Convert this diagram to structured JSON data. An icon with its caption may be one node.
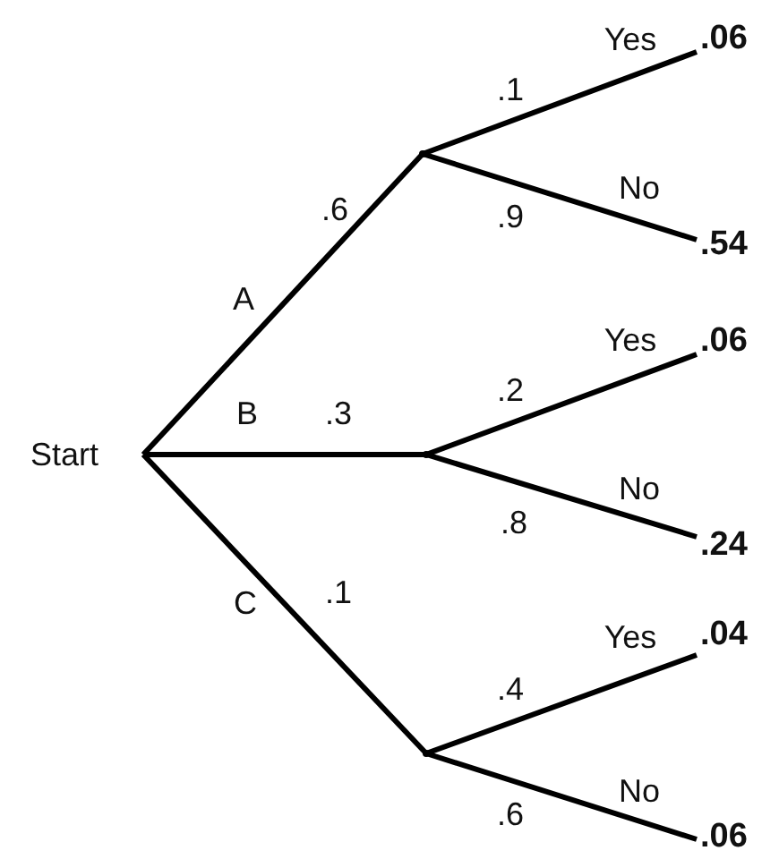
{
  "diagram": {
    "nodes": [
      {
        "text": [
          "Start"
        ]
      },
      {
        "text": [],
        "shape": "point"
      },
      {
        "text": [],
        "shape": "point"
      },
      {
        "text": [],
        "shape": "point"
      },
      {
        "text": [
          ".06"
        ]
      },
      {
        "text": [
          ".54"
        ]
      },
      {
        "text": [
          ".06"
        ]
      },
      {
        "text": [
          ".24"
        ]
      },
      {
        "text": [
          ".04"
        ]
      },
      {
        "text": [
          ".06"
        ]
      }
    ],
    "edges": [
      {
        "from": 0,
        "to": 1,
        "arrow": "none",
        "label": ".6"
      },
      {
        "from": 0,
        "to": 2,
        "arrow": "none",
        "label": ".3"
      },
      {
        "from": 0,
        "to": 3,
        "arrow": "none",
        "label": ".1"
      },
      {
        "from": 1,
        "to": 4,
        "arrow": "none",
        "label": ".1"
      },
      {
        "from": 1,
        "to": 5,
        "arrow": "none",
        "label": ".9"
      },
      {
        "from": 2,
        "to": 6,
        "arrow": "none",
        "label": ".2"
      },
      {
        "from": 2,
        "to": 7,
        "arrow": "none",
        "label": ".8"
      },
      {
        "from": 3,
        "to": 8,
        "arrow": "none",
        "label": ".4"
      },
      {
        "from": 3,
        "to": 9,
        "arrow": "none",
        "label": ".6"
      }
    ],
    "labels": [
      "Yes",
      "No",
      "A",
      "Yes",
      "B",
      "No",
      "C",
      "Yes",
      "No"
    ]
  }
}
